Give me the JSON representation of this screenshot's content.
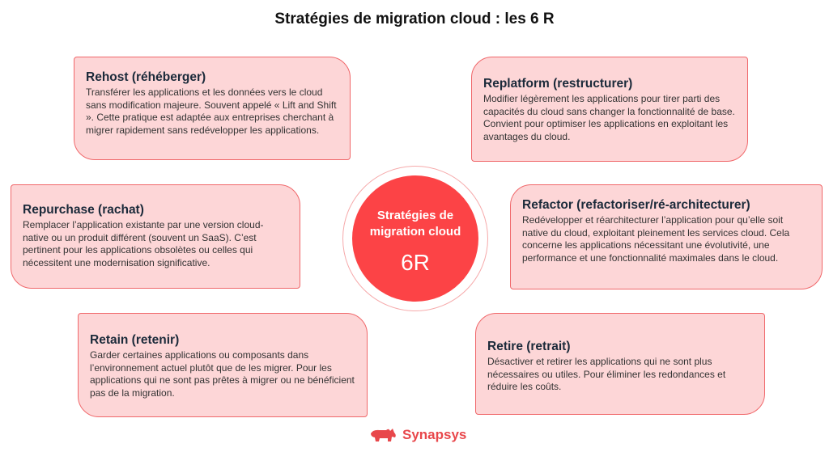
{
  "title": "Stratégies de migration cloud : les 6 R",
  "center": {
    "line1": "Stratégies de",
    "line2": "migration cloud",
    "label": "6R"
  },
  "strategies": [
    {
      "title": "Rehost (réhéberger)",
      "text": "Transférer les applications et les données vers le cloud sans modification majeure. Souvent appelé « Lift and Shift ». Cette pratique est adaptée aux entreprises cherchant à migrer rapidement sans redévelopper les applications."
    },
    {
      "title": "Replatform (restructurer)",
      "text": "Modifier légèrement les applications pour tirer parti des capacités du cloud sans changer la fonctionnalité de base. Convient pour optimiser les applications en exploitant les avantages du cloud."
    },
    {
      "title": "Repurchase (rachat)",
      "text": "Remplacer l’application existante par une version cloud-native ou un produit différent (souvent un SaaS). C’est pertinent pour les applications obsolètes ou celles qui nécessitent une modernisation significative."
    },
    {
      "title": "Refactor (refactoriser/ré-architecturer)",
      "text": "Redévelopper et réarchitecturer l’application pour qu’elle soit native du cloud, exploitant pleinement les services cloud. Cela concerne les applications nécessitant une évolutivité, une performance et une fonctionnalité maximales dans le cloud."
    },
    {
      "title": "Retain (retenir)",
      "text": "Garder certaines applications ou composants dans l’environnement actuel plutôt que de les migrer. Pour les applications qui ne sont pas prêtes à migrer ou ne bénéficient pas de la migration."
    },
    {
      "title": "Retire (retrait)",
      "text": "Désactiver et retirer les applications qui ne sont plus nécessaires ou utiles. Pour éliminer les redondances et réduire les coûts."
    }
  ],
  "brand": {
    "name": "Synapsys",
    "color": "#e8474b"
  }
}
